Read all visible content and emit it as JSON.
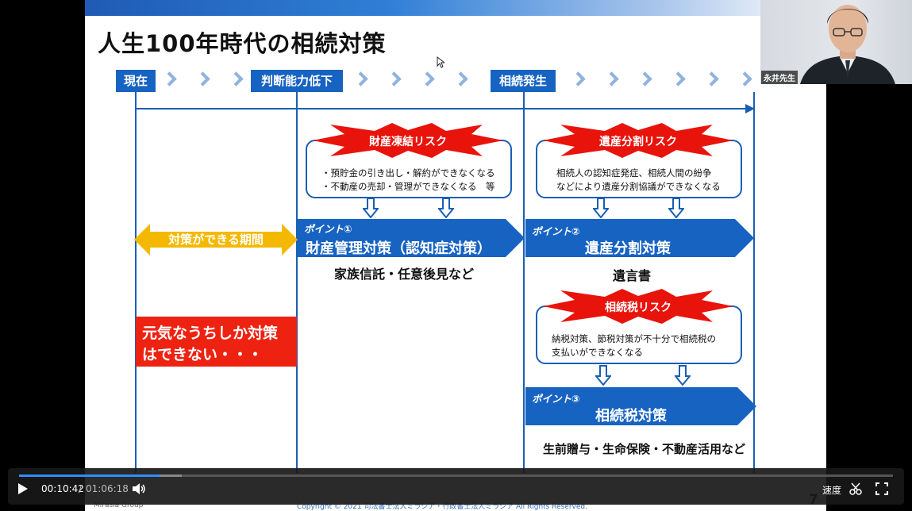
{
  "slide": {
    "title": "人生100年時代の相続対策",
    "stages": [
      "現在",
      "判断能力低下",
      "相続発生"
    ],
    "period_label": "対策ができる期間",
    "warning_lines": [
      "元気なうちしか対策",
      "はできない・・・"
    ],
    "risks": [
      {
        "label": "財産凍結リスク",
        "lines": [
          "・預貯金の引き出し・解約ができなくなる",
          "・不動産の売却・管理ができなくなる　等"
        ]
      },
      {
        "label": "遺産分割リスク",
        "lines": [
          "相続人の認知症発症、相続人間の紛争",
          "などにより遺産分割協議ができなくなる"
        ]
      },
      {
        "label": "相続税リスク",
        "lines": [
          "納税対策、節税対策が不十分で相続税の",
          "支払いができなくなる"
        ]
      }
    ],
    "points": [
      {
        "tag": "ポイント①",
        "title": "財産管理対策（認知症対策）",
        "note": "家族信託・任意後見など"
      },
      {
        "tag": "ポイント②",
        "title": "遺産分割対策",
        "note": "遺言書"
      },
      {
        "tag": "ポイント③",
        "title": "相続税対策",
        "note": "生前贈与・生命保険・不動産活用など"
      }
    ],
    "footer_company": "Mirasia Group",
    "footer_copyright": "Copyright © 2021 司法書士法人ミラシア・行政書士法人ミラシア All Rights Reserved.",
    "page_number": "7"
  },
  "webcam": {
    "name_label": "永井先生"
  },
  "player": {
    "current_time": "00:10:42",
    "separator": "/",
    "total_time": "01:06:18",
    "progress_fraction": 0.161,
    "buffer_fraction": 0.186,
    "speed_label": "速度",
    "icons": {
      "play": "play-icon",
      "volume": "volume-icon",
      "cut": "scissors-icon",
      "fullscreen": "fullscreen-icon"
    }
  },
  "colors": {
    "primary_blue": "#1763c2",
    "risk_red": "#e8140c",
    "period_yellow": "#f5b800",
    "warning_red": "#ee2211",
    "progress_blue": "#2f8cff"
  }
}
